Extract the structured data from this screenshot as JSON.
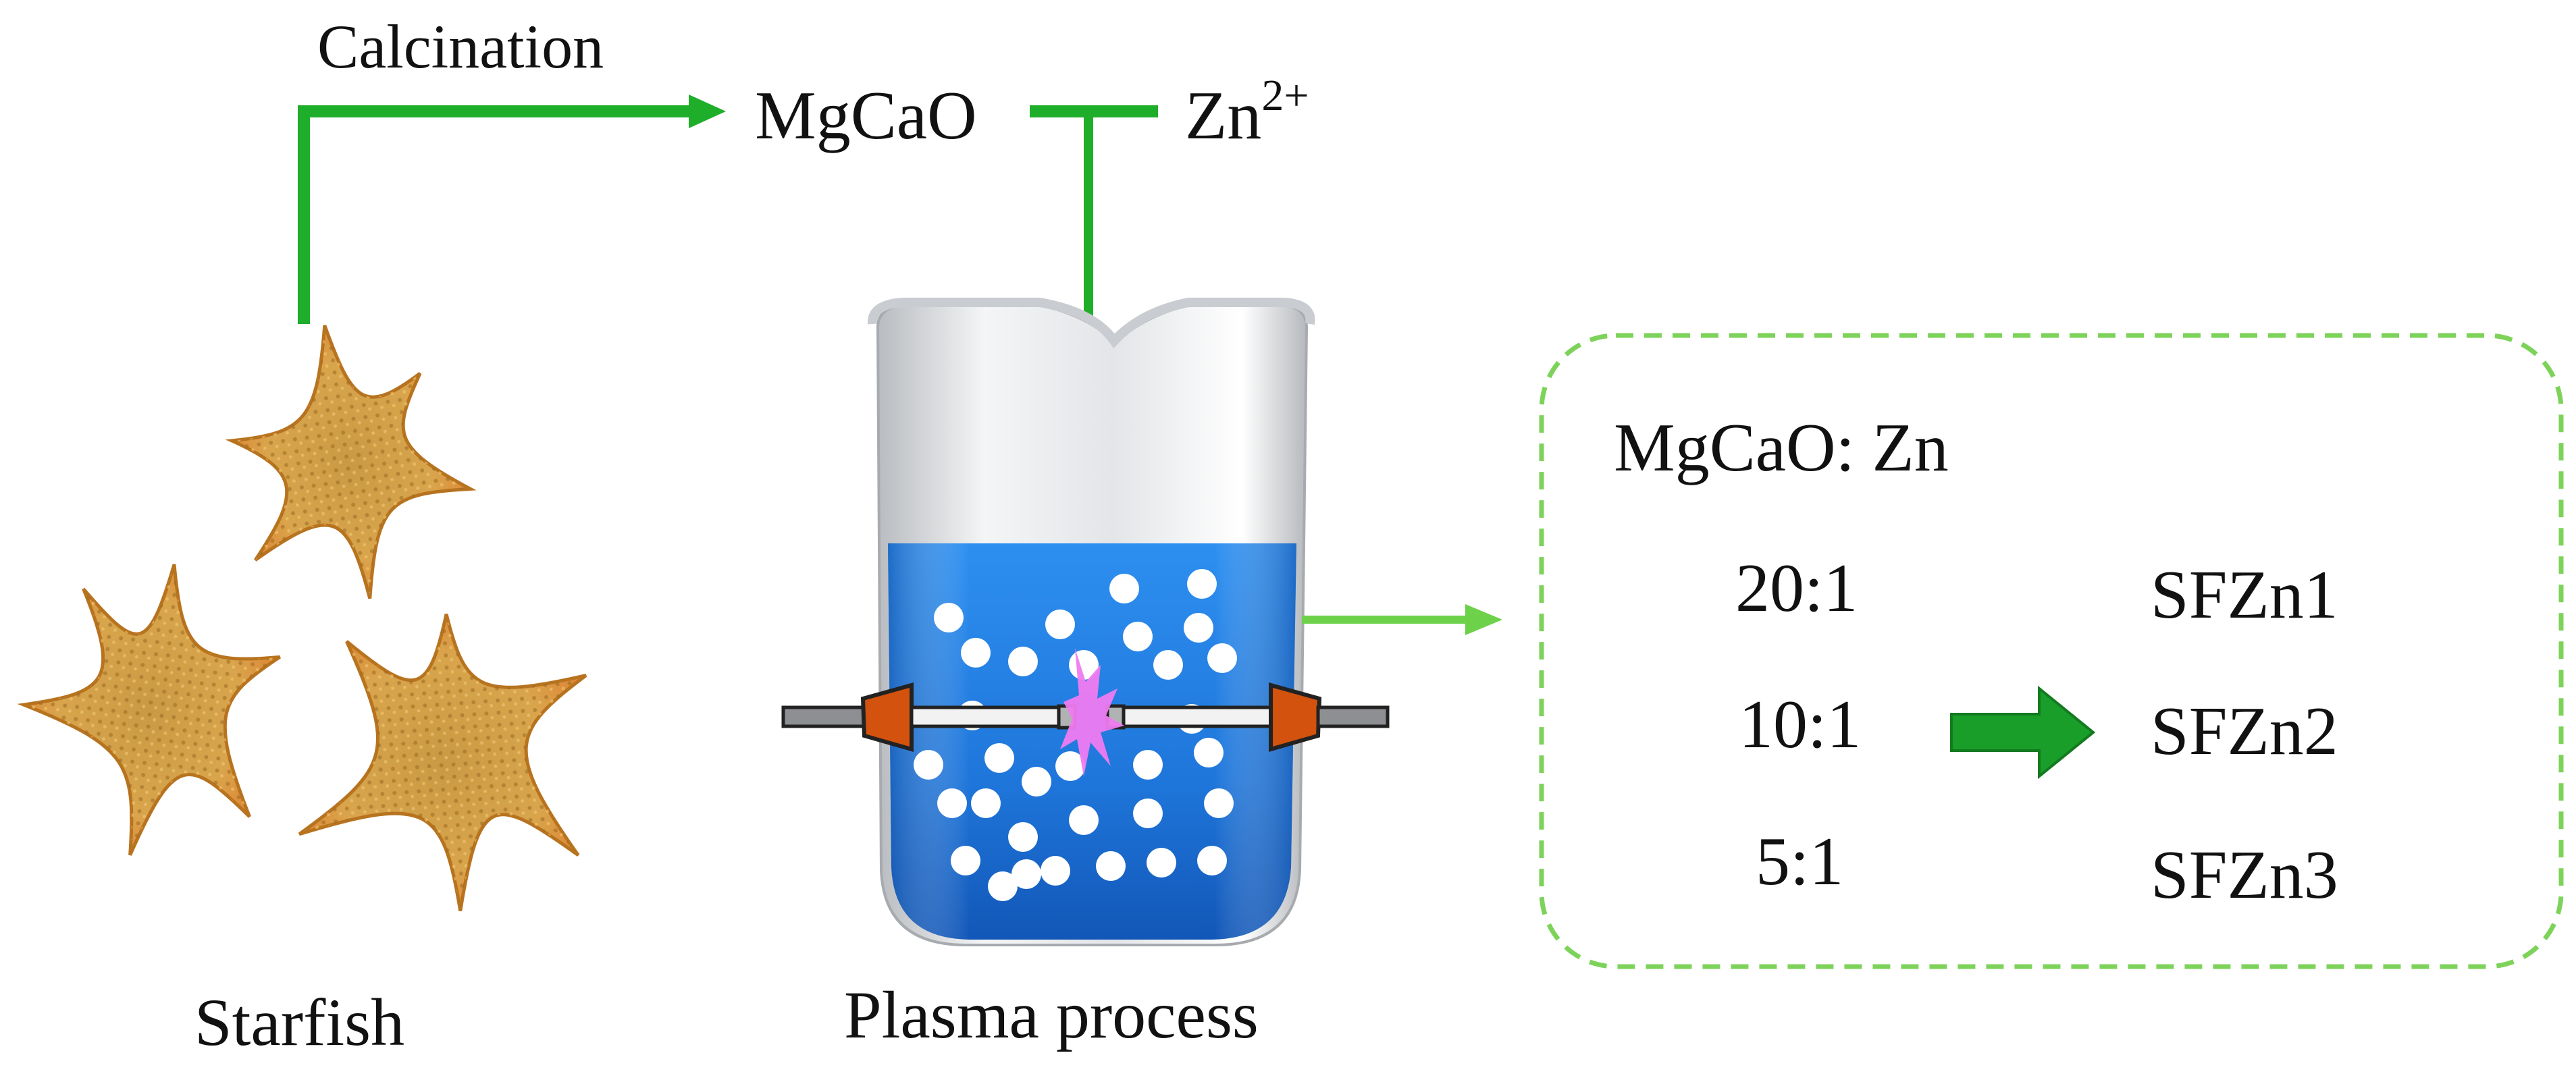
{
  "labels": {
    "calcination": "Calcination",
    "mgcao": "MgCaO",
    "zn_base": "Zn",
    "zn_sup": "2+",
    "starfish": "Starfish",
    "plasma_process": "Plasma process"
  },
  "result_box": {
    "header": "MgCaO: Zn",
    "rows": [
      {
        "ratio": "20:1",
        "sample": "SFZn1"
      },
      {
        "ratio": "10:1",
        "sample": "SFZn2"
      },
      {
        "ratio": "5:1",
        "sample": "SFZn3"
      }
    ]
  },
  "colors": {
    "arrow_green": "#1fae2a",
    "light_green": "#6dd14a",
    "dashed_border": "#7dd35a",
    "block_arrow": "#1a9e2a",
    "water_blue": "#1f7fe0",
    "electrode_orange": "#d2520e",
    "plasma_pink": "#f07bf0",
    "starfish_body": "#d7a148",
    "starfish_tip": "#e0762a"
  }
}
